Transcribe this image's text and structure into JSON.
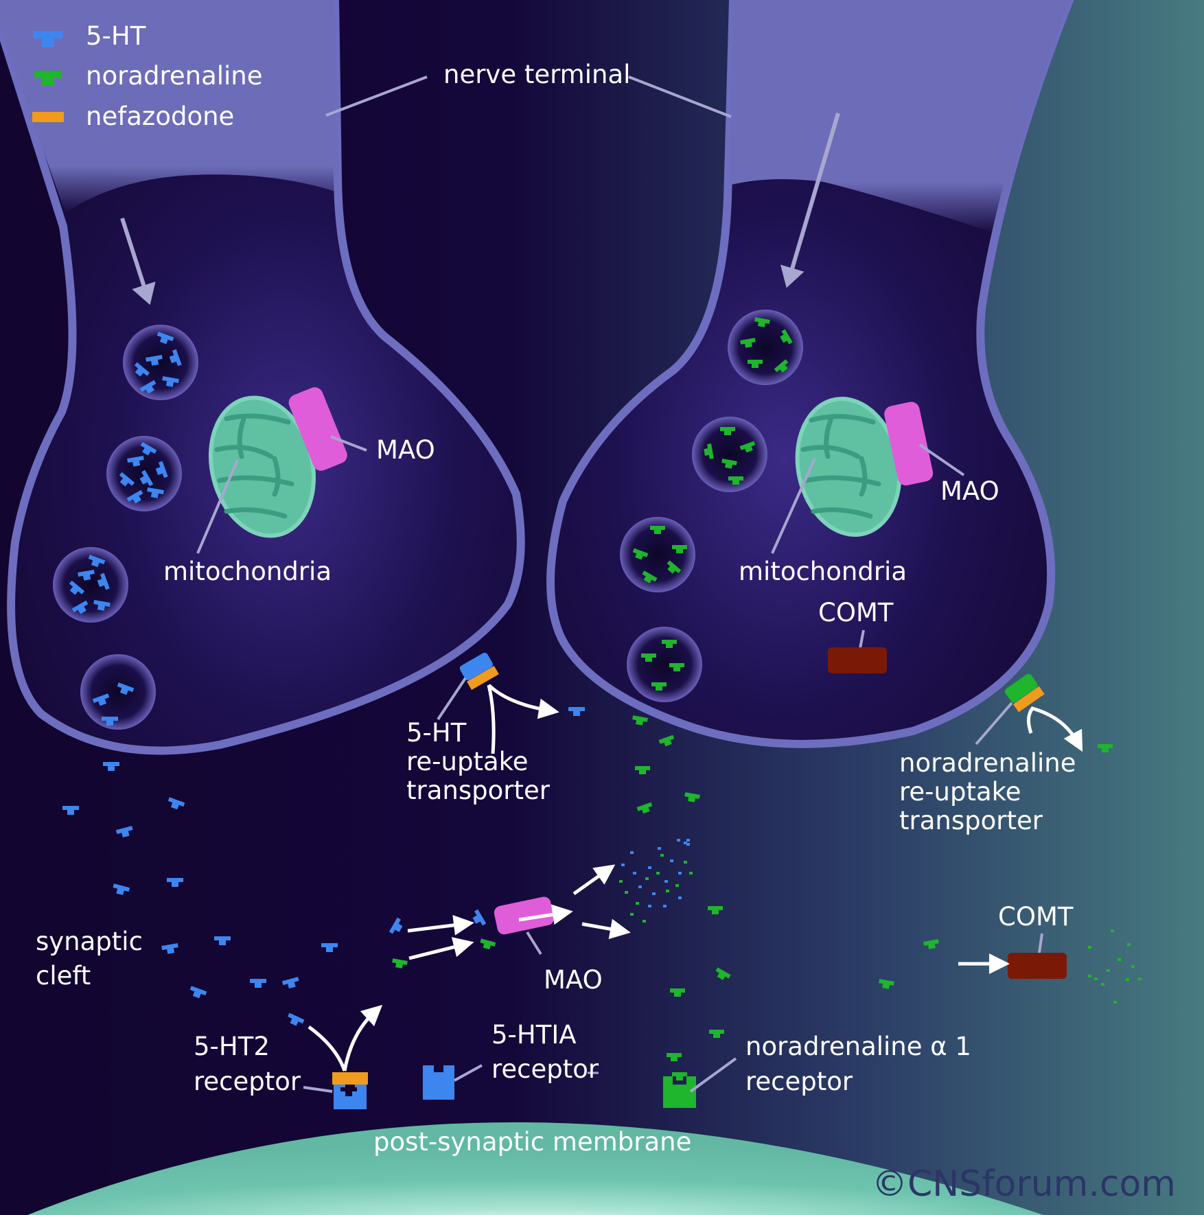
{
  "legend": [
    {
      "label": "5-HT",
      "icon": "serotonin-molecule-icon",
      "color": "#3d86f0"
    },
    {
      "label": "noradrenaline",
      "icon": "noradrenaline-molecule-icon",
      "color": "#1fb52c"
    },
    {
      "label": "nefazodone",
      "icon": "nefazodone-block-icon",
      "color": "#f09a1e"
    }
  ],
  "labels": {
    "nerve_terminal": "nerve terminal",
    "mao_left": "MAO",
    "mao_right": "MAO",
    "mao_cleft": "MAO",
    "mito_left": "mitochondria",
    "mito_right": "mitochondria",
    "comt_terminal": "COMT",
    "comt_cleft": "COMT",
    "ht_transporter": [
      "5-HT",
      "re-uptake",
      "transporter"
    ],
    "na_transporter": [
      "noradrenaline",
      "re-uptake",
      "transporter"
    ],
    "synaptic_cleft": [
      "synaptic",
      "cleft"
    ],
    "ht2_receptor": [
      "5-HT2",
      "receptor"
    ],
    "ht1a_receptor": [
      "5-HTIA",
      "receptor"
    ],
    "na_receptor": [
      "noradrenaline α 1",
      "receptor"
    ],
    "membrane": "post-synaptic membrane",
    "watermark": "©CNSforum.com"
  },
  "colors": {
    "background": "#12052f",
    "terminal_fill": "#6c6cb8",
    "terminal_interior": "#170a3c",
    "membrane": "#6dc3ad",
    "mitochondria": "#66c3a5",
    "mao": "#e05dda",
    "comt": "#7a1a06",
    "serotonin": "#3d86f0",
    "noradrenaline": "#1fb52c",
    "nefazodone": "#f09a1e"
  }
}
